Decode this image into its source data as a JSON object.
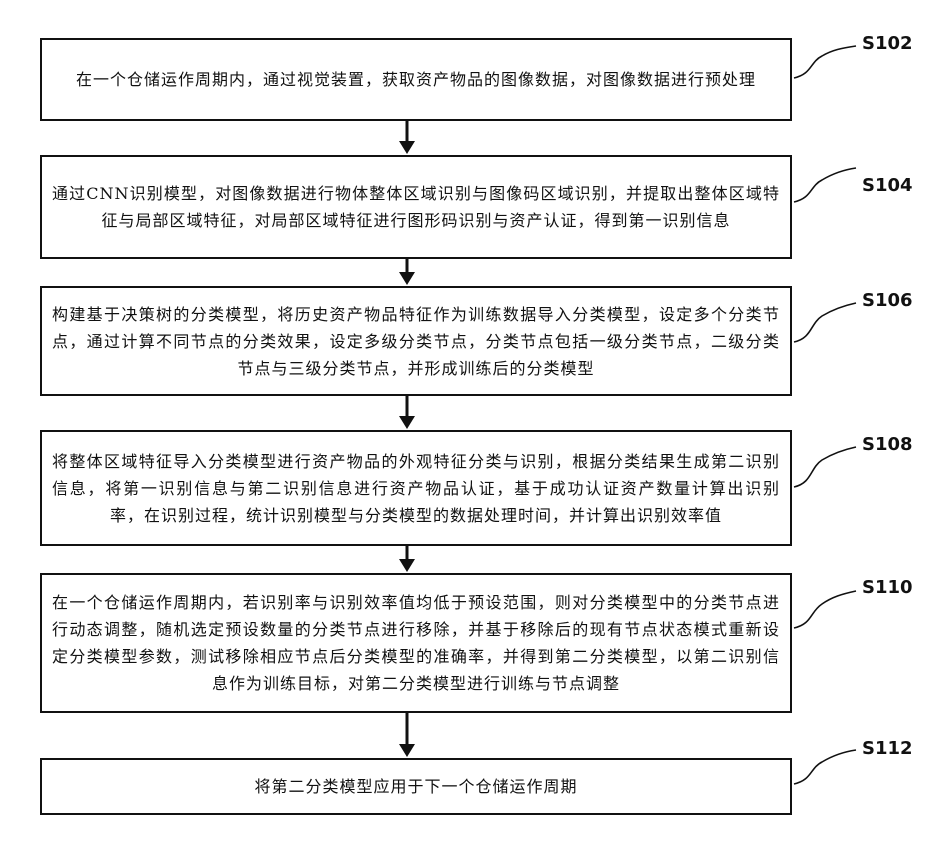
{
  "steps": [
    {
      "id": "S102",
      "text": "在一个仓储运作周期内，通过视觉装置，获取资产物品的图像数据，对图像数据进行预处理"
    },
    {
      "id": "S104",
      "text": "通过CNN识别模型，对图像数据进行物体整体区域识别与图像码区域识别，并提取出整体区域特征与局部区域特征，对局部区域特征进行图形码识别与资产认证，得到第一识别信息"
    },
    {
      "id": "S106",
      "text": "构建基于决策树的分类模型，将历史资产物品特征作为训练数据导入分类模型，设定多个分类节点，通过计算不同节点的分类效果，设定多级分类节点，分类节点包括一级分类节点，二级分类节点与三级分类节点，并形成训练后的分类模型"
    },
    {
      "id": "S108",
      "text": "将整体区域特征导入分类模型进行资产物品的外观特征分类与识别，根据分类结果生成第二识别信息，将第一识别信息与第二识别信息进行资产物品认证，基于成功认证资产数量计算出识别率，在识别过程，统计识别模型与分类模型的数据处理时间，并计算出识别效率值"
    },
    {
      "id": "S110",
      "text": "在一个仓储运作周期内，若识别率与识别效率值均低于预设范围，则对分类模型中的分类节点进行动态调整，随机选定预设数量的分类节点进行移除，并基于移除后的现有节点状态模式重新设定分类模型参数，测试移除相应节点后分类模型的准确率，并得到第二分类模型，以第二识别信息作为训练目标，对第二分类模型进行训练与节点调整"
    },
    {
      "id": "S112",
      "text": "将第二分类模型应用于下一个仓储运作周期"
    }
  ]
}
